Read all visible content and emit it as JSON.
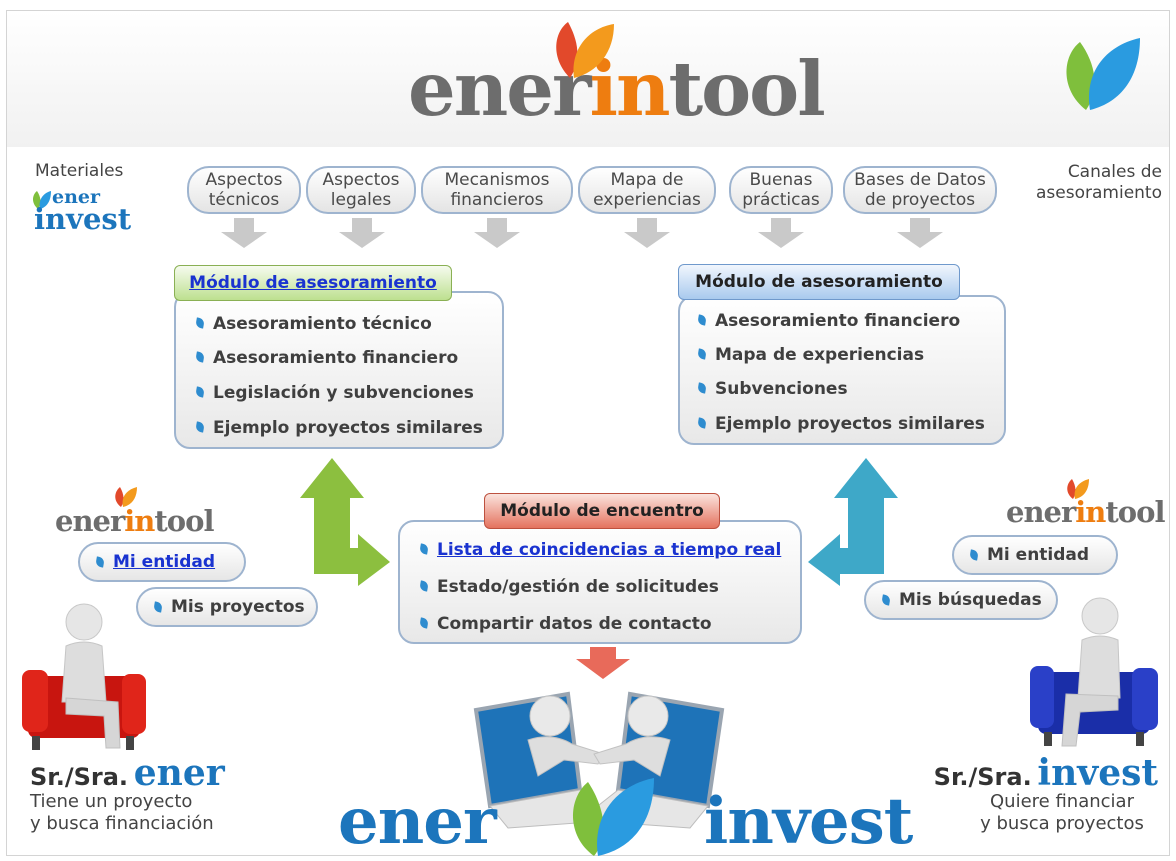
{
  "logo": {
    "part1": "ener",
    "part2": "in",
    "part3": "tool"
  },
  "left_top": {
    "label": "Materiales",
    "brand_top": "ener",
    "brand_bottom": "invest"
  },
  "right_top": {
    "label_line1": "Canales de",
    "label_line2": "asesoramiento"
  },
  "topics": [
    {
      "line1": "Aspectos",
      "line2": "técnicos"
    },
    {
      "line1": "Aspectos",
      "line2": "legales"
    },
    {
      "line1": "Mecanismos",
      "line2": "financieros"
    },
    {
      "line1": "Mapa de",
      "line2": "experiencias"
    },
    {
      "line1": "Buenas",
      "line2": "prácticas"
    },
    {
      "line1": "Bases de Datos",
      "line2": "de proyectos"
    }
  ],
  "module_left": {
    "title": "Módulo de asesoramiento",
    "items": [
      "Asesoramiento técnico",
      "Asesoramiento financiero",
      "Legislación y subvenciones",
      "Ejemplo proyectos similares"
    ]
  },
  "module_right": {
    "title": "Módulo de asesoramiento",
    "items": [
      "Asesoramiento financiero",
      "Mapa de experiencias",
      "Subvenciones",
      "Ejemplo proyectos similares"
    ]
  },
  "module_center": {
    "title": "Módulo de encuentro",
    "items": [
      "Lista de coincidencias a tiempo real",
      "Estado/gestión de solicitudes",
      "Compartir datos de contacto"
    ]
  },
  "left_side": {
    "logo1": "ener",
    "logo2": "in",
    "logo3": "tool",
    "pill1": "Mi entidad",
    "pill2": "Mis proyectos"
  },
  "right_side": {
    "logo1": "ener",
    "logo2": "in",
    "logo3": "tool",
    "pill1": "Mi entidad",
    "pill2": "Mis búsquedas"
  },
  "persona_left": {
    "prefix": "Sr./Sra.",
    "brand": "ener",
    "line1": "Tiene un proyecto",
    "line2": "y busca financiación"
  },
  "persona_right": {
    "prefix": "Sr./Sra.",
    "brand": "invest",
    "line1": "Quiere financiar",
    "line2": "y busca proyectos"
  },
  "bottom": {
    "left": "ener",
    "right": "invest"
  },
  "colors": {
    "orange": "#ee7d10",
    "blue": "#1c75bc",
    "green_arrow": "#8cbf3f",
    "teal_arrow": "#3ea8c8",
    "red_arrow": "#e86a5a"
  }
}
